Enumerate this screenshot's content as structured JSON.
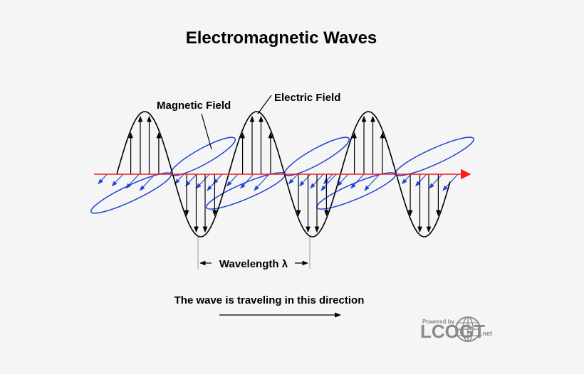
{
  "title": "Electromagnetic Waves",
  "labels": {
    "magnetic_field": "Magnetic Field",
    "electric_field": "Electric Field",
    "wavelength": "Wavelength λ",
    "direction_caption": "The wave is traveling in this direction"
  },
  "logo": {
    "powered_by": "Powered by",
    "name": "LCOGT",
    "suffix": ".net"
  },
  "colors": {
    "electric_wave": "#000000",
    "magnetic_wave": "#1f45d6",
    "propagation_axis": "#ff1a1a",
    "logo": "#8a8a8a"
  },
  "icons": {
    "propagation_arrow": "arrow-right-icon",
    "logo_globe": "globe-icon"
  }
}
